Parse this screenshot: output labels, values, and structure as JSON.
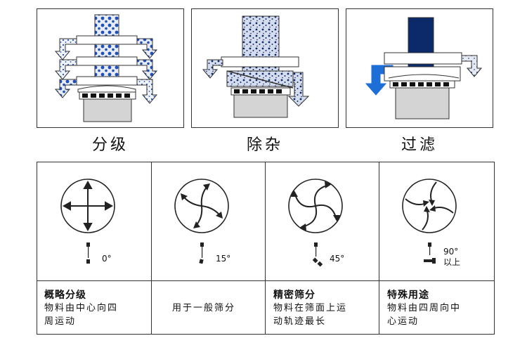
{
  "top": {
    "captions": [
      "分级",
      "除杂",
      "过滤"
    ]
  },
  "bottom": {
    "cells": [
      {
        "angle": "0°",
        "title": "概略分级",
        "desc": [
          "物料由中心向四",
          "周运动"
        ]
      },
      {
        "angle": "15°",
        "title": "",
        "desc": [
          "用于一般筛分"
        ]
      },
      {
        "angle": "45°",
        "title": "精密筛分",
        "desc": [
          "物料在筛面上运",
          "动轨迹最长"
        ]
      },
      {
        "angle_lines": [
          "90°",
          "以上"
        ],
        "title": "特殊用途",
        "desc": [
          "物料由四周向中",
          "心运动"
        ]
      }
    ]
  },
  "colors": {
    "line": "#333333",
    "panel_gray": "#d4d4d4",
    "particle_blue": "#1f4fb8",
    "water_blue": "#1d6ed6",
    "dark_blue": "#0c2a6a"
  }
}
